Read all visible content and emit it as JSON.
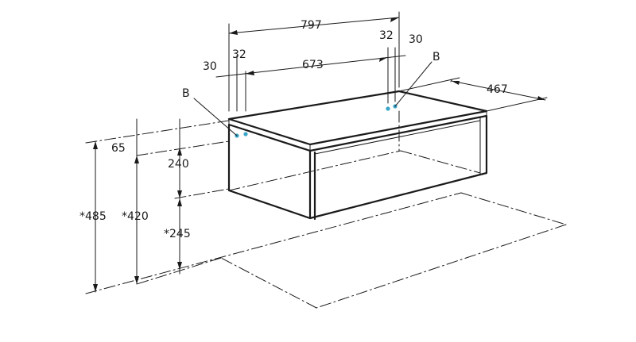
{
  "colors": {
    "line": "#1a1a1a",
    "hole_marker": "#3aa6c8",
    "background": "#ffffff"
  },
  "dimensions": {
    "total_width": "797",
    "inner_width": "673",
    "edge_left": "30",
    "hole_left": "32",
    "hole_right": "32",
    "edge_right": "30",
    "depth": "467",
    "thickness": "65",
    "body_height": "240",
    "hang_height": "*245",
    "top_height_a": "*485",
    "top_height_b": "*420"
  },
  "callouts": {
    "left_label": "B",
    "right_label": "B"
  }
}
